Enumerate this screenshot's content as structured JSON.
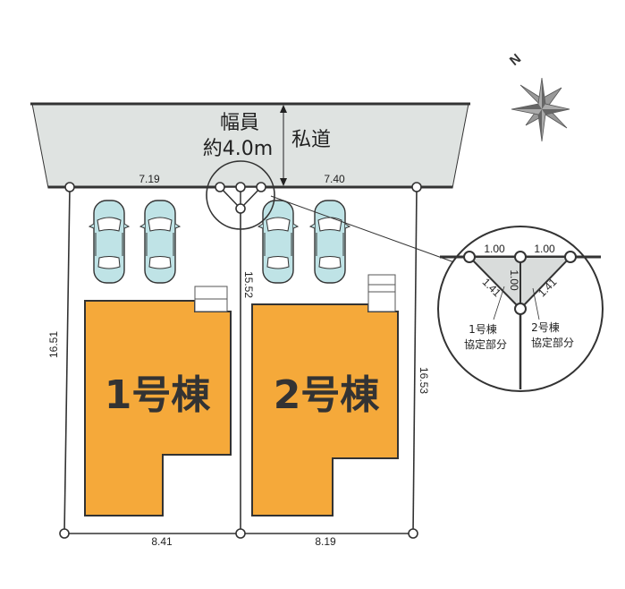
{
  "road": {
    "width_label": "幅員",
    "width_value": "約4.0m",
    "type": "私道"
  },
  "compass": {
    "north": "N"
  },
  "dimensions": {
    "top_left": "7.19",
    "top_right": "7.40",
    "middle": "15.52",
    "left": "16.51",
    "right": "16.53",
    "bottom_left": "8.41",
    "bottom_right": "8.19"
  },
  "buildings": [
    {
      "label": "1号棟",
      "color": "#f5a93a"
    },
    {
      "label": "2号棟",
      "color": "#f5a93a"
    }
  ],
  "detail": {
    "top_left": "1.00",
    "top_right": "1.00",
    "center": "1.00",
    "diag_left": "1.41",
    "diag_right": "1.41",
    "note_left_1": "1号棟",
    "note_left_2": "協定部分",
    "note_right_1": "2号棟",
    "note_right_2": "協定部分"
  },
  "colors": {
    "road": "#dfe3e1",
    "car": "#bfe3e6",
    "building": "#f5a93a",
    "agreement": "#d9dcdb"
  }
}
